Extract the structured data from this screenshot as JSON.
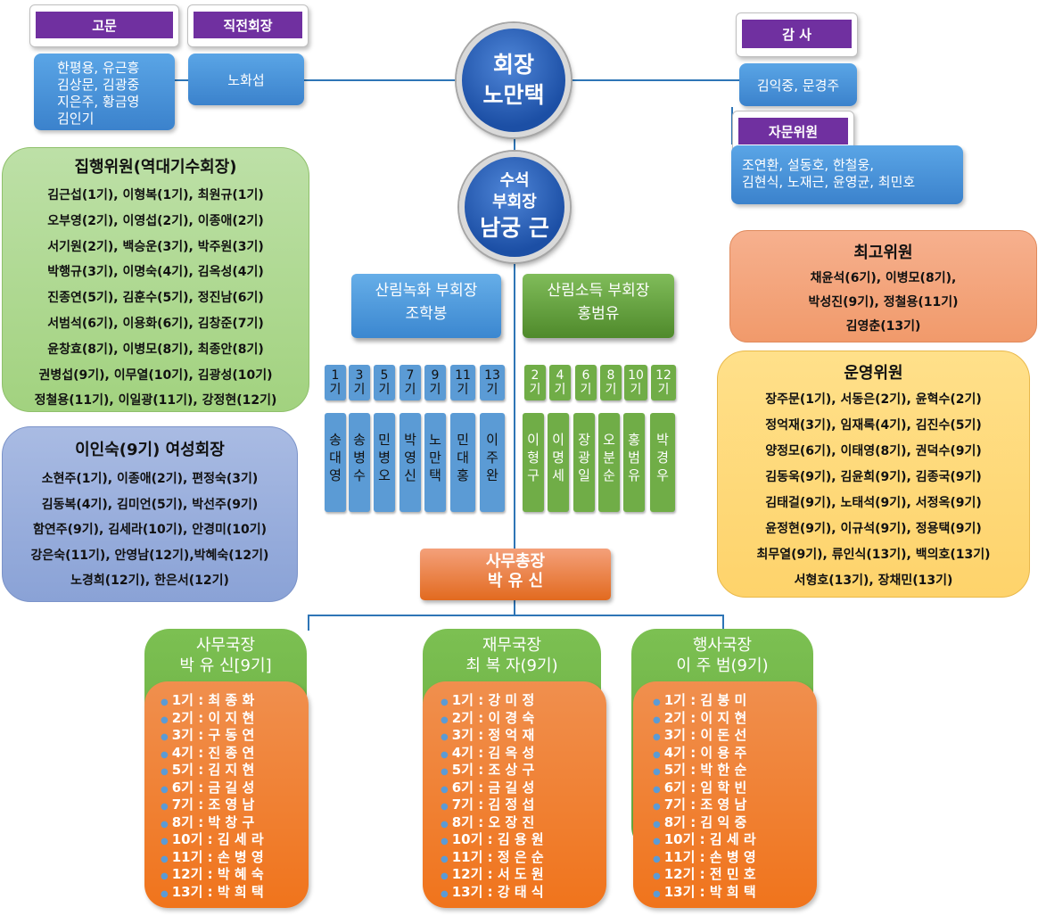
{
  "advisor": {
    "title": "고문",
    "names": [
      "한평용, 유근흥",
      "김상문, 김광중",
      "지은주, 황금영",
      "김인기"
    ]
  },
  "former_president": {
    "title": "직전회장",
    "name": "노화섭"
  },
  "president": {
    "title": "회장",
    "name": "노만택"
  },
  "auditor": {
    "title": "감 사",
    "names": "김익중, 문경주"
  },
  "consultant": {
    "title": "자문위원",
    "names": [
      "조연환, 설동호, 한철웅,",
      "김현식, 노재근, 윤영균, 최민호"
    ]
  },
  "senior_vp": {
    "line1": "수석",
    "line2": "부회장",
    "name": "남궁 근"
  },
  "executive": {
    "title": "집행위원(역대기수회장)",
    "rows": [
      "김근섭(1기), 이형복(1기), 최원규(1기)",
      "오부영(2기), 이영섭(2기), 이종애(2기)",
      "서기원(2기), 백승운(3기), 박주원(3기)",
      "박행규(3기), 이명숙(4기), 김옥성(4기)",
      "진종연(5기), 김훈수(5기), 정진남(6기)",
      "서범석(6기), 이용화(6기), 김창준(7기)",
      "윤창효(8기), 이병모(8기), 최종안(8기)",
      "권병섭(9기), 이무열(10기), 김광성(10기)",
      "정철용(11기), 이일광(11기), 강정현(12기)"
    ]
  },
  "women": {
    "title": "이인숙(9기) 여성회장",
    "rows": [
      "소현주(1기), 이종애(2기), 편정숙(3기)",
      "김동복(4기), 김미언(5기), 박선주(9기)",
      "함연주(9기), 김세라(10기), 안경미(10기)",
      "강은숙(11기), 안영남(12기),박혜숙(12기)",
      "노경희(12기), 한은서(12기)"
    ]
  },
  "supreme": {
    "title": "최고위원",
    "rows": [
      "채윤석(6기), 이병모(8기),",
      "박성진(9기), 정철용(11기)",
      "김영춘(13기)"
    ]
  },
  "operation": {
    "title": "운영위원",
    "rows": [
      "장주문(1기), 서동은(2기), 윤혁수(2기)",
      "정억재(3기), 임재록(4기), 김진수(5기)",
      "양정모(6기), 이태영(8기), 권덕수(9기)",
      "김동욱(9기), 김윤희(9기), 김종국(9기)",
      "김태걸(9기), 노태석(9기), 서정옥(9기)",
      "윤정현(9기), 이규석(9기), 정용택(9기)",
      "최무열(9기), 류인식(13기), 백의호(13기)",
      "서형호(13기), 장채민(13기)"
    ]
  },
  "vp_green": {
    "title": "산림녹화 부회장",
    "name": "조학봉"
  },
  "vp_income": {
    "title": "산림소득 부회장",
    "name": "홍범유"
  },
  "green_members": [
    {
      "gen": [
        "1",
        "기"
      ],
      "name": [
        "송",
        "대",
        "영"
      ]
    },
    {
      "gen": [
        "3",
        "기"
      ],
      "name": [
        "송",
        "병",
        "수"
      ]
    },
    {
      "gen": [
        "5",
        "기"
      ],
      "name": [
        "민",
        "병",
        "오"
      ]
    },
    {
      "gen": [
        "7",
        "기"
      ],
      "name": [
        "박",
        "영",
        "신"
      ]
    },
    {
      "gen": [
        "9",
        "기"
      ],
      "name": [
        "노",
        "만",
        "택"
      ]
    },
    {
      "gen": [
        "11",
        "기"
      ],
      "name": [
        "민",
        "대",
        "홍"
      ]
    },
    {
      "gen": [
        "13",
        "기"
      ],
      "name": [
        "이",
        "주",
        "완"
      ]
    }
  ],
  "income_members": [
    {
      "gen": [
        "2",
        "기"
      ],
      "name": [
        "이",
        "형",
        "구"
      ]
    },
    {
      "gen": [
        "4",
        "기"
      ],
      "name": [
        "이",
        "명",
        "세"
      ]
    },
    {
      "gen": [
        "6",
        "기"
      ],
      "name": [
        "장",
        "광",
        "일"
      ]
    },
    {
      "gen": [
        "8",
        "기"
      ],
      "name": [
        "오",
        "분",
        "순"
      ]
    },
    {
      "gen": [
        "10",
        "기"
      ],
      "name": [
        "홍",
        "범",
        "유"
      ]
    },
    {
      "gen": [
        "12",
        "기"
      ],
      "name": [
        "박",
        "경",
        "우"
      ]
    }
  ],
  "secretary_general": {
    "title": "사무총장",
    "name": "박 유 신"
  },
  "depts": [
    {
      "title": "사무국장",
      "name": "박 유 신[9기]",
      "items": [
        "1기 : 최 종 화",
        "2기 : 이 지 현",
        "3기 : 구 동 연",
        "4기 : 진 종 연",
        "5기 : 김 지 현",
        "6기 : 금 길 성",
        "7기 : 조 영 남",
        "8기 : 박 창 구",
        "10기 : 김 세 라",
        "11기 : 손 병 영",
        "12기 : 박 혜 숙",
        "13기 : 박 희 택"
      ]
    },
    {
      "title": "재무국장",
      "name": "최 복 자(9기)",
      "items": [
        "1기 : 강 미 정",
        "2기 : 이 경 숙",
        "3기 : 정 억 재",
        "4기 : 김 옥 성",
        "5기 : 조 상 구",
        "6기 : 금 길 성",
        "7기 : 김 정 섭",
        "8기 : 오 장 진",
        "10기 : 김 용 원",
        "11기 : 정 은 순",
        "12기 : 서 도 원",
        "13기 : 강 태 식"
      ]
    },
    {
      "title": "행사국장",
      "name": "이 주 범(9기)",
      "items": [
        "1기 : 김 봉 미",
        "2기 : 이 지 현",
        "3기 : 이 돈 선",
        "4기 : 이 용 주",
        "5기 : 박 한 순",
        "6기 : 임 학 빈",
        "7기 : 조 영 남",
        "8기 : 김 익 중",
        "10기 : 김 세 라",
        "11기 : 손 병 영",
        "12기 : 전 민 호",
        "13기 : 박 희 택"
      ]
    }
  ]
}
